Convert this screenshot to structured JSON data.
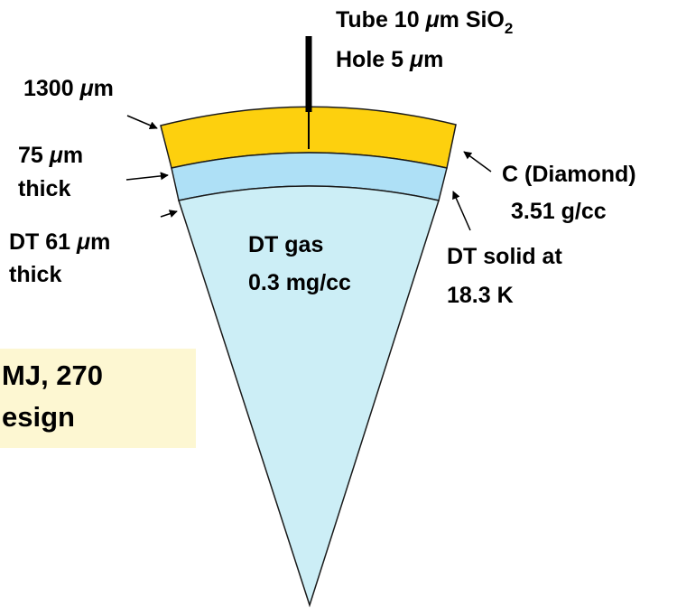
{
  "colors": {
    "ablator": "#fdd00e",
    "dt_solid": "#aee0f6",
    "dt_gas": "#cceef6",
    "caption_box": "#fdf7d2",
    "outline": "#1a1a1a"
  },
  "labels": {
    "tube_line1_a": "Tube 10 ",
    "tube_line1_mu": "μ",
    "tube_line1_b": "m SiO",
    "tube_line1_sub": "2",
    "tube_line2_a": "Hole 5 ",
    "tube_line2_mu": "μ",
    "tube_line2_b": "m",
    "outer_radius_a": "1300  ",
    "outer_radius_mu": "μ",
    "outer_radius_b": "m",
    "ablator_thick_1a": "75 ",
    "ablator_thick_1mu": "μ",
    "ablator_thick_1b": "m",
    "ablator_thick_2": "thick",
    "dt_ice_1a": "DT 61 ",
    "dt_ice_1mu": "μ",
    "dt_ice_1b": "m",
    "dt_ice_2": "thick",
    "ablator_material_1": "C (Diamond)",
    "ablator_material_2": "3.51 g/cc",
    "dt_solid_1": "DT solid at",
    "dt_solid_2": "18.3 K",
    "dt_gas_1": "DT gas",
    "dt_gas_2": "0.3 mg/cc",
    "caption_1": "MJ, 270",
    "caption_2": "esign"
  }
}
